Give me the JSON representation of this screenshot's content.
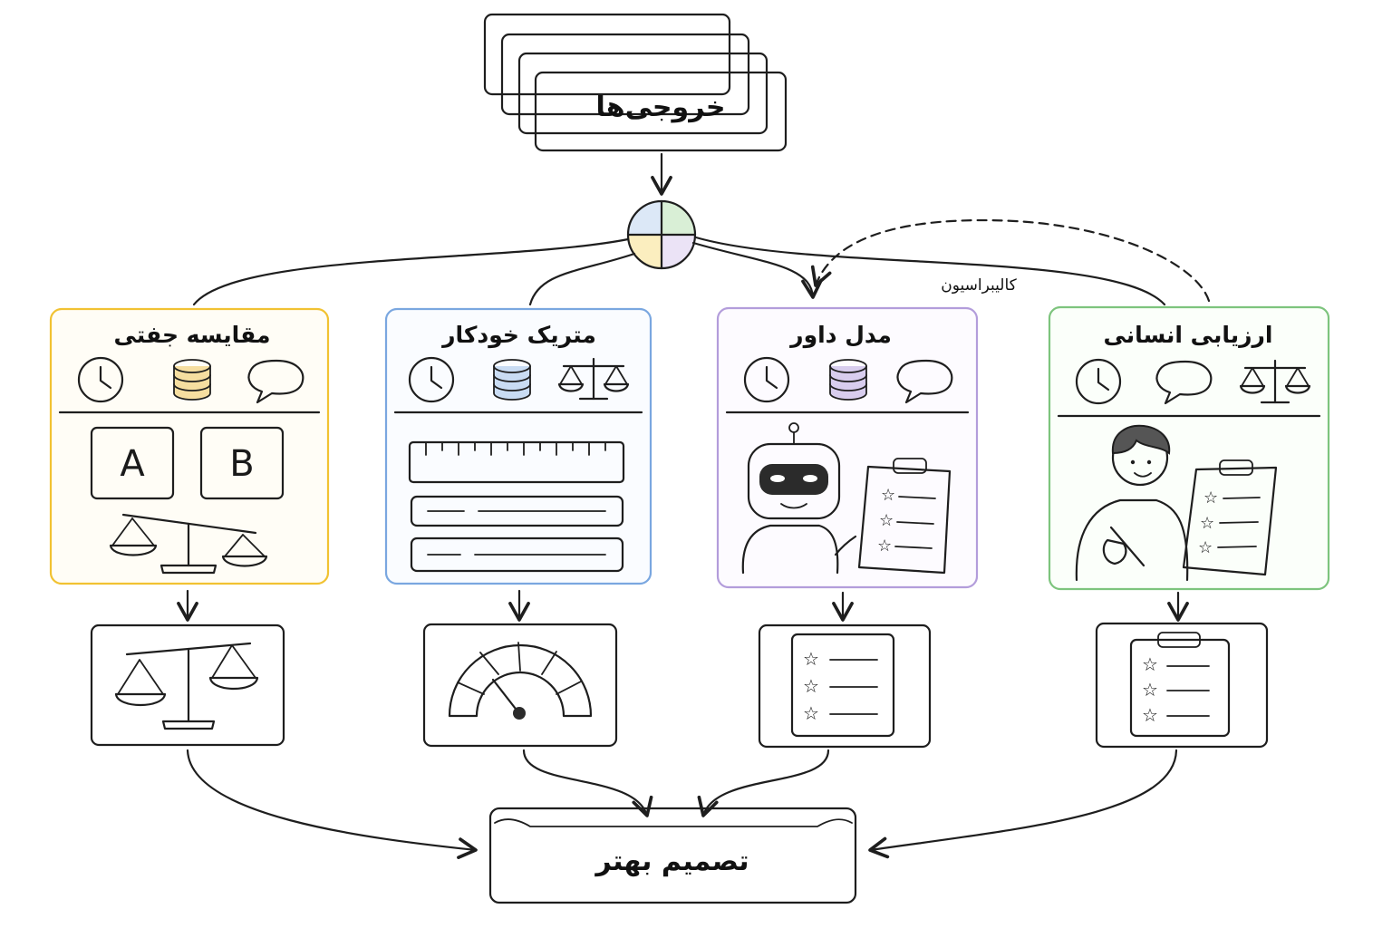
{
  "top_box": {
    "label": "خروجی‌ها"
  },
  "panels": [
    {
      "id": "pairwise",
      "title": "مقایسه جفتی",
      "accent": "#f1c232",
      "tint": "#fdf6dc",
      "fill": "#f6dea0",
      "letters": [
        "A",
        "B"
      ]
    },
    {
      "id": "auto-metric",
      "title": "متریک خودکار",
      "accent": "#7aa7e0",
      "tint": "#e6f0fb",
      "fill": "#c9dcf3"
    },
    {
      "id": "judge-model",
      "title": "مدل داور",
      "accent": "#b39ddb",
      "tint": "#f1ecfa",
      "fill": "#d8cdee"
    },
    {
      "id": "human-eval",
      "title": "ارزیابی انسانی",
      "accent": "#7dc47d",
      "tint": "#e8f5e6",
      "fill": "#c9e8c4"
    }
  ],
  "calibration_label": "کالیبراسیون",
  "bottom_box": {
    "label": "تصمیم بهتر"
  },
  "icons": [
    "clock-icon",
    "database-icon",
    "speech-bubble-icon",
    "balance-scale-icon",
    "ruler-icon",
    "gauge-icon",
    "robot-icon",
    "person-icon",
    "checklist-icon"
  ]
}
